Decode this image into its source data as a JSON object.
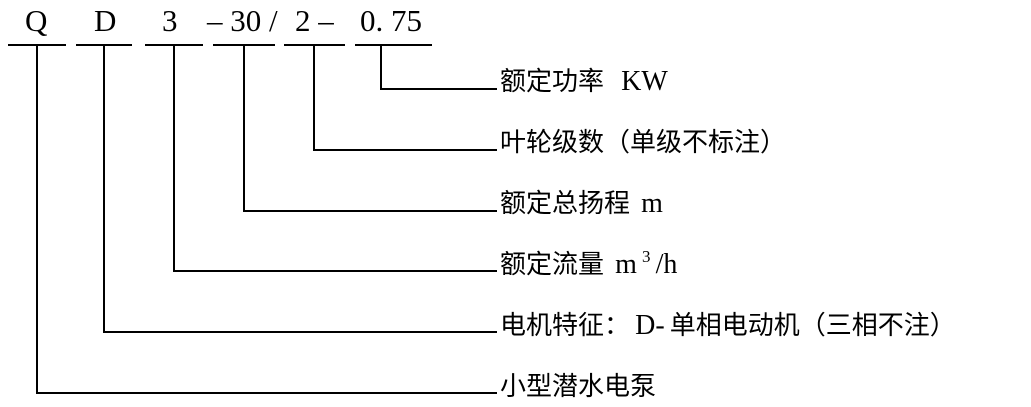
{
  "model": {
    "q": "Q",
    "d": "D",
    "three": "3",
    "head_segment": "– 30 /",
    "stage_segment": "2 –",
    "power": "0. 75"
  },
  "labels": {
    "power": {
      "cn": "额定功率",
      "latin": "KW"
    },
    "stages": {
      "cn": "叶轮级数（单级不标注）"
    },
    "head": {
      "cn": "额定总扬程",
      "latin": "m"
    },
    "flow": {
      "cn": "额定流量",
      "latin_base": "m",
      "sup": "3",
      "latin_tail": "/h"
    },
    "motor": {
      "cn_prefix": "电机特征：",
      "latin": "D-",
      "cn_suffix": "单相电动机（三相不注）"
    },
    "type": {
      "cn": "小型潜水电泵"
    }
  }
}
